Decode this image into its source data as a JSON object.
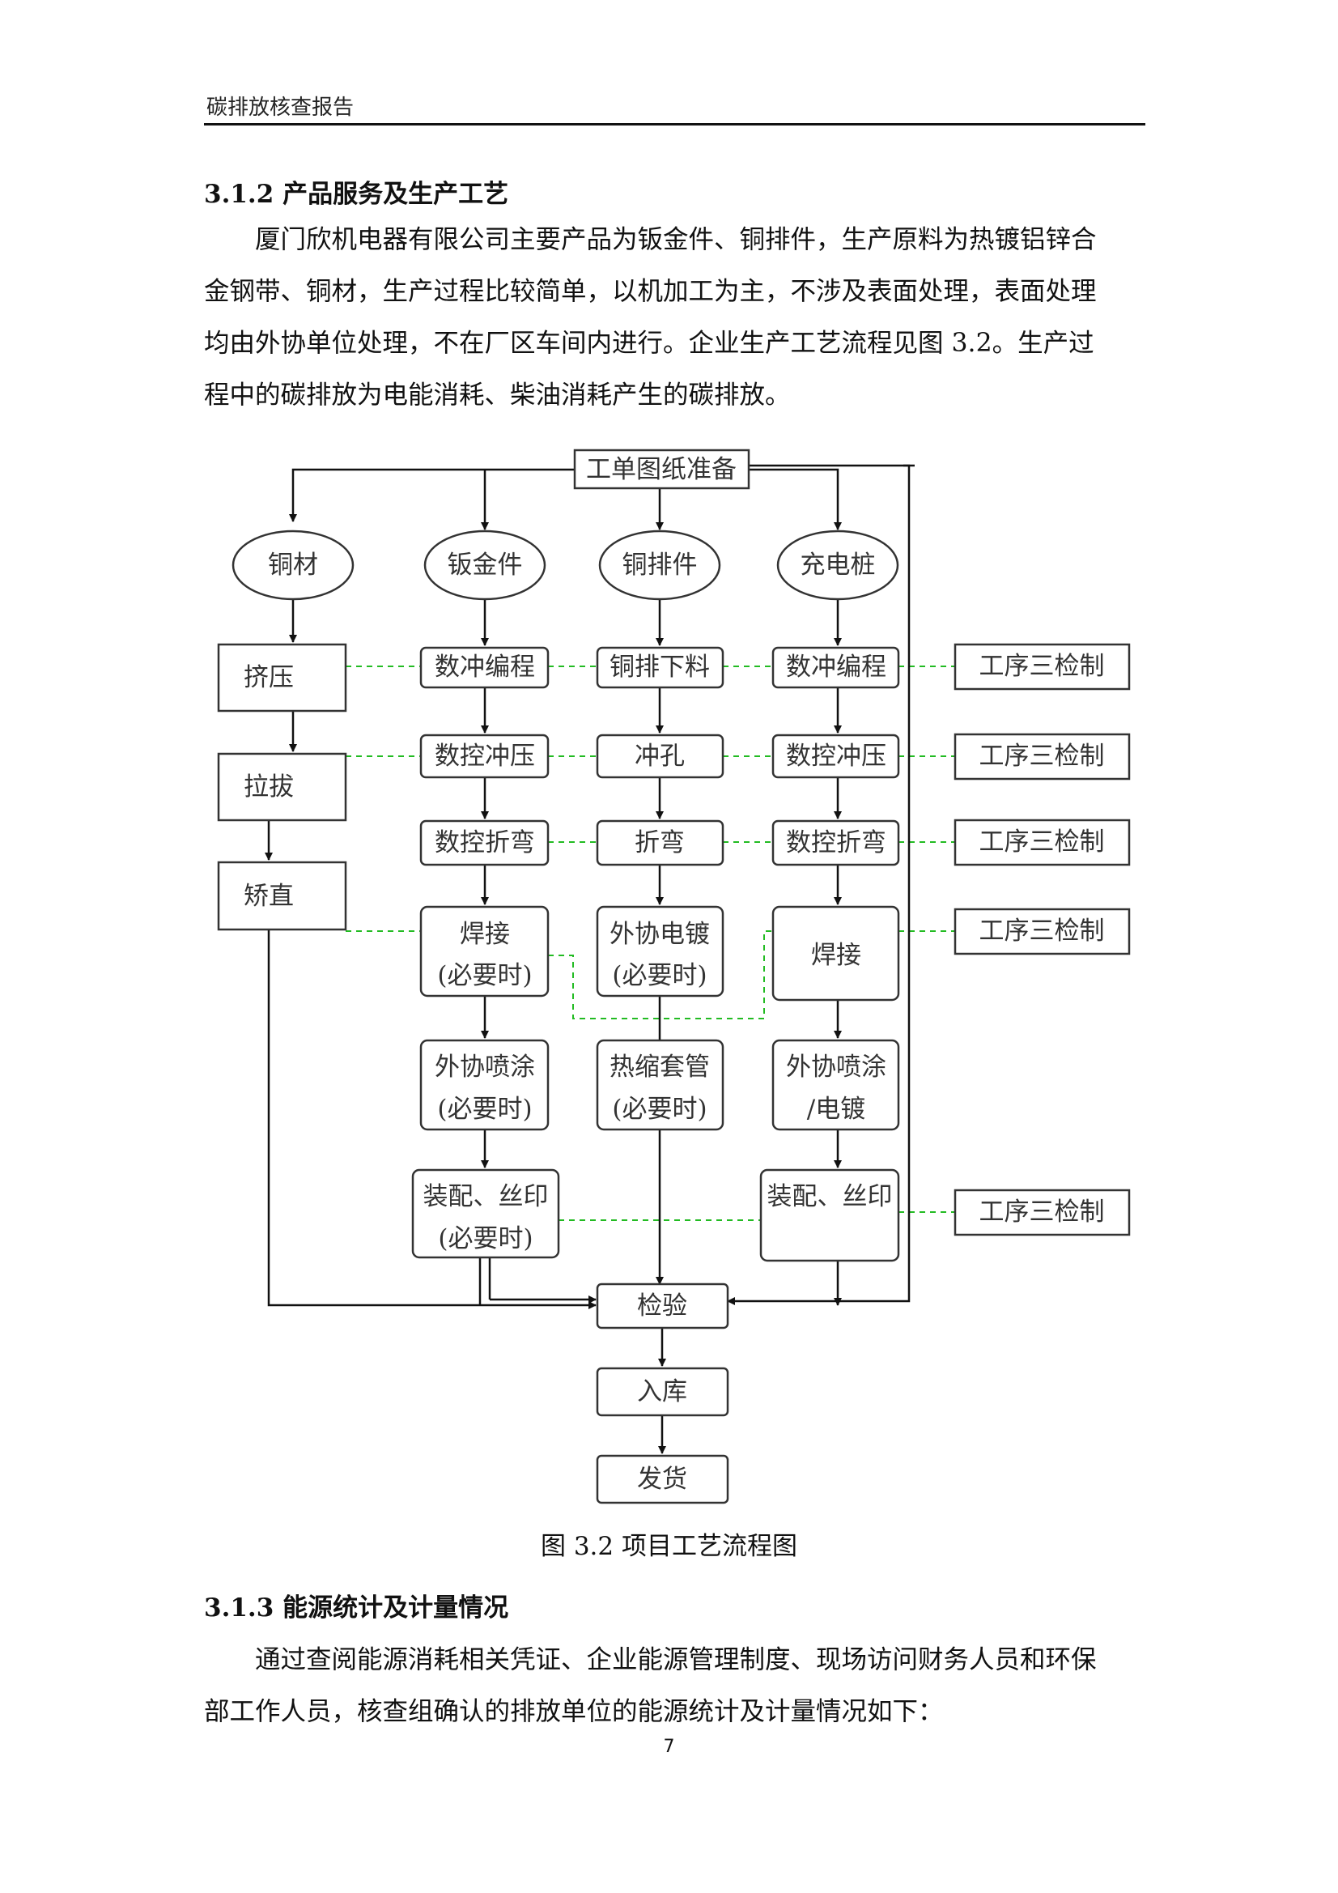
{
  "header": {
    "title": "碳排放核查报告"
  },
  "section_312": {
    "heading": "3.1.2  产品服务及生产工艺",
    "lines": [
      "厦门欣机电器有限公司主要产品为钣金件、铜排件，生产原料为热镀铝锌合",
      "金钢带、铜材，生产过程比较简单，以机加工为主，不涉及表面处理，表面处理",
      "均由外协单位处理，不在厂区车间内进行。企业生产工艺流程见图 3.2。生产过",
      "程中的碳排放为电能消耗、柴油消耗产生的碳排放。"
    ]
  },
  "flowchart": {
    "start": "工单图纸准备",
    "products": [
      "铜材",
      "钣金件",
      "铜排件",
      "充电桩"
    ],
    "col1": [
      "挤压",
      "拉拔",
      "矫直"
    ],
    "col2": [
      "数冲编程",
      "数控冲压",
      "数控折弯",
      "焊接",
      "(必要时)",
      "外协喷涂",
      "(必要时)",
      "装配、丝印",
      "(必要时)"
    ],
    "col3": [
      "铜排下料",
      "冲孔",
      "折弯",
      "外协电镀",
      "(必要时)",
      "热缩套管",
      "(必要时)"
    ],
    "col4": [
      "数冲编程",
      "数控冲压",
      "数控折弯",
      "焊接",
      "外协喷涂",
      "/电镀",
      "装配、丝印"
    ],
    "qc": [
      "工序三检制",
      "工序三检制",
      "工序三检制",
      "工序三检制",
      "工序三检制"
    ],
    "final": [
      "检验",
      "入库",
      "发货"
    ]
  },
  "caption": "图 3.2  项目工艺流程图",
  "section_313": {
    "heading": "3.1.3  能源统计及计量情况",
    "lines": [
      "通过查阅能源消耗相关凭证、企业能源管理制度、现场访问财务人员和环保",
      "部工作人员，核查组确认的排放单位的能源统计及计量情况如下："
    ]
  },
  "page_number": "7"
}
